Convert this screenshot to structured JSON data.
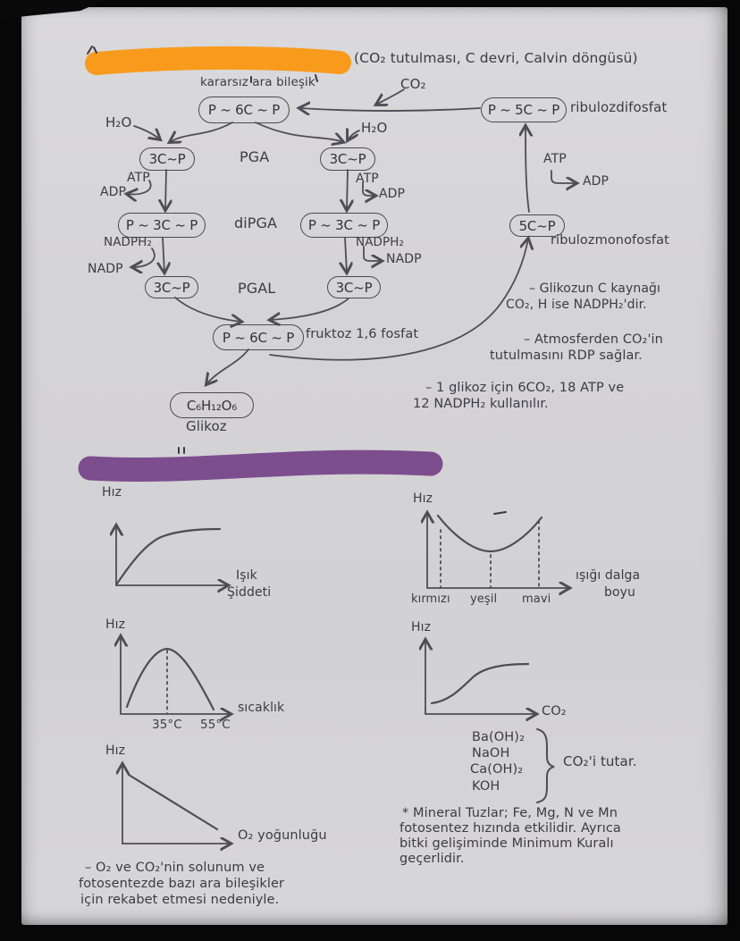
{
  "header": {
    "subtitle": "(CO₂ tutulması, C devri, Calvin döngüsü)",
    "highlight_orange": "#f89b1c",
    "highlight_purple": "#7c4e8e"
  },
  "calvin": {
    "kararsiz": "kararsız ara bileşik",
    "co2": "CO₂",
    "h2o_left": "H₂O",
    "h2o_right": "H₂O",
    "node_top": "P ~ 6C ~ P",
    "node_rdp": "P ~ 5C ~ P",
    "rdp_name": "ribulozdifosfat",
    "node_3c_l1": "3C~P",
    "node_3c_r1": "3C~P",
    "pga": "PGA",
    "atp_l": "ATP",
    "adp_l": "ADP",
    "atp_r": "ATP",
    "adp_r": "ADP",
    "node_p3c_l": "P ~ 3C ~ P",
    "node_p3c_r": "P ~ 3C ~ P",
    "dipga": "diPGA",
    "nadph2_l": "NADPH₂",
    "nadp_l": "NADP",
    "nadph2_r": "NADPH₂",
    "nadp_r": "NADP",
    "node_3c_l2": "3C~P",
    "node_3c_r2": "3C~P",
    "pgal": "PGAL",
    "node_f6": "P ~ 6C ~ P",
    "f6_name": "fruktoz 1,6 fosfat",
    "node_glucose": "C₆H₁₂O₆",
    "glucose_name": "Glikoz",
    "atp_c": "ATP",
    "adp_c": "ADP",
    "node_rmp": "5C~P",
    "rmp_name": "ribulozmonofosfat",
    "note1a": "– Glikozun C kaynağı",
    "note1b": "CO₂, H ise NADPH₂'dir.",
    "note2a": "– Atmosferden CO₂'in",
    "note2b": "tutulmasını RDP sağlar.",
    "note3a": "– 1 glikoz için 6CO₂, 18 ATP ve",
    "note3b": "12 NADPH₂ kullanılır."
  },
  "graphs": {
    "g1": {
      "y": "Hız",
      "x_line1": "Işık",
      "x_line2": "Şiddeti"
    },
    "g2": {
      "y": "Hız",
      "x_line1": "ışığı dalga",
      "x_line2": "boyu",
      "tick1": "kırmızı",
      "tick2": "yeşil",
      "tick3": "mavi"
    },
    "g3": {
      "y": "Hız",
      "x": "sıcaklık",
      "tick1": "35°C",
      "tick2": "55°C"
    },
    "g4": {
      "y": "Hız",
      "x": "CO₂"
    },
    "g5": {
      "y": "Hız",
      "x": "O₂ yoğunluğu"
    }
  },
  "chem": {
    "item1": "Ba(OH)₂",
    "item2": "NaOH",
    "item3": "Ca(OH)₂",
    "item4": "KOH",
    "label": "CO₂'i tutar."
  },
  "notes": {
    "o2_1": "– O₂ ve CO₂'nin solunum ve",
    "o2_2": "fotosentezde bazı ara bileşikler",
    "o2_3": "için rekabet etmesi nedeniyle.",
    "min_1": "* Mineral Tuzlar; Fe, Mg, N ve Mn",
    "min_2": "fotosentez hızında etkilidir. Ayrıca",
    "min_3": "bitki gelişiminde Minimum Kuralı",
    "min_4": "geçerlidir."
  },
  "chart_data": [
    {
      "type": "line",
      "title": "fotosentez hızı - ışık şiddeti",
      "xlabel": "Işık şiddeti",
      "ylabel": "Hız",
      "shape": "rises steeply then saturates to a plateau"
    },
    {
      "type": "line",
      "title": "fotosentez hızı - ışığın dalga boyu",
      "xlabel": "ışığı dalga boyu",
      "ylabel": "Hız",
      "x_ticks": [
        "kırmızı",
        "yeşil",
        "mavi"
      ],
      "shape": "U-shaped: high at kırmızı, minimum at yeşil, high at mavi; dashed guides at each tick"
    },
    {
      "type": "line",
      "title": "fotosentez hızı - sıcaklık",
      "xlabel": "sıcaklık",
      "ylabel": "Hız",
      "x_ticks": [
        "35°C",
        "55°C"
      ],
      "shape": "bell curve peaking at 35°C (dashed guide), reaching zero near 55°C"
    },
    {
      "type": "line",
      "title": "fotosentez hızı - CO₂",
      "xlabel": "CO₂",
      "ylabel": "Hız",
      "shape": "sigmoid increase then plateau"
    },
    {
      "type": "line",
      "title": "fotosentez hızı - O₂ yoğunluğu",
      "xlabel": "O₂ yoğunluğu",
      "ylabel": "Hız",
      "shape": "straight decreasing line"
    }
  ]
}
